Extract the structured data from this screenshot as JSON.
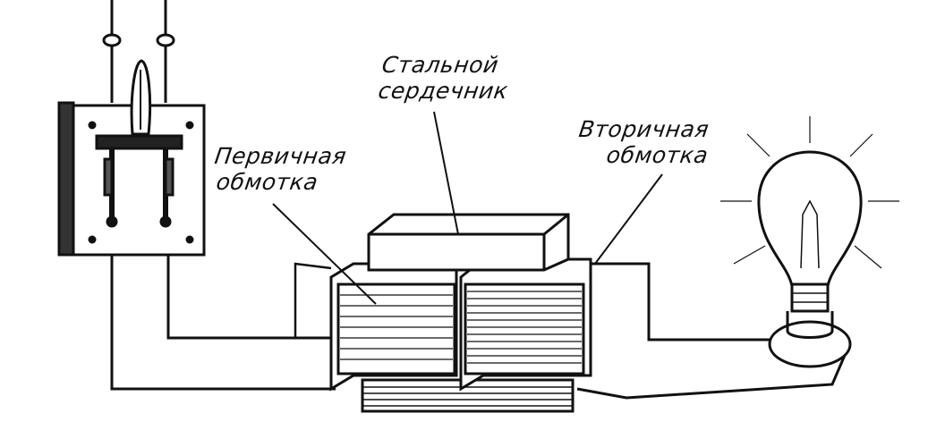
{
  "labels": {
    "core": [
      "Стальной",
      "сердечник"
    ],
    "primary": [
      "Первичная",
      "обмотка"
    ],
    "secondary": [
      "Вторичная",
      "обмотка"
    ]
  },
  "colors": {
    "ink": "#111111",
    "paper": "#ffffff"
  }
}
